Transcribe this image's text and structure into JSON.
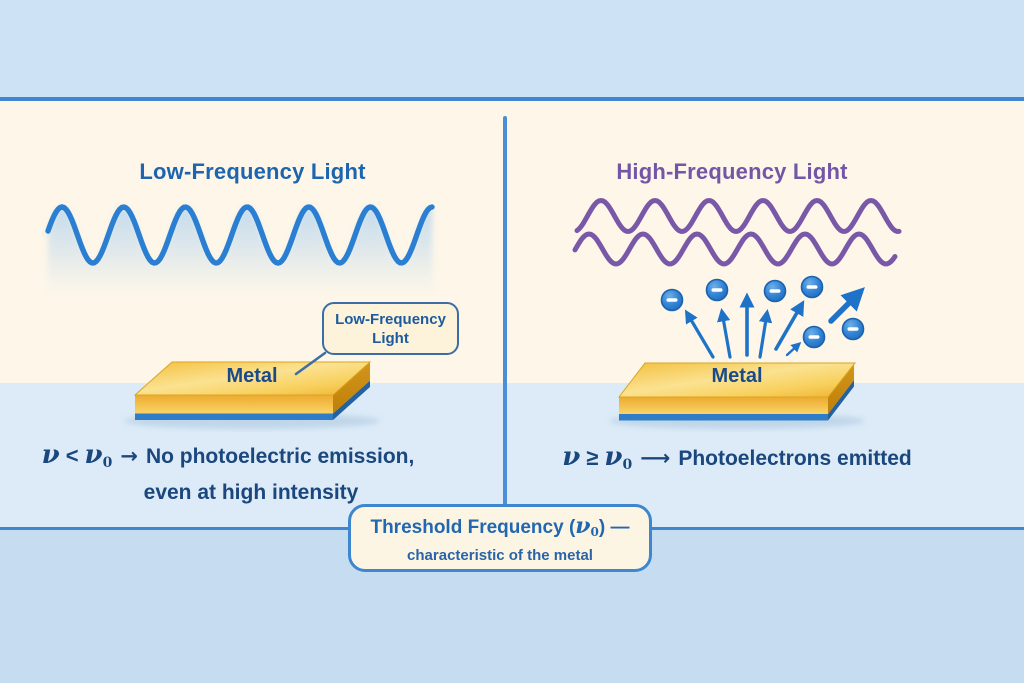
{
  "left_panel": {
    "title": "Low-Frequency Light",
    "metal_label": "Metal",
    "callout": {
      "line1": "Low-Frequency",
      "line2": "Light"
    },
    "formula": {
      "nu1": "ν",
      "relation": "<",
      "nu2": "ν",
      "nu_sub": "0",
      "arrow": "→",
      "result_line1": "No photoelectric emission,",
      "result_line2": "even at high intensity"
    }
  },
  "right_panel": {
    "title": "High-Frequency Light",
    "metal_label": "Metal",
    "formula": {
      "nu1": "ν",
      "relation": "≥",
      "nu2": "ν",
      "nu_sub": "0",
      "arrow": "⟶",
      "result_line1": "Photoelectrons emitted"
    }
  },
  "threshold_box": {
    "title_prefix": "Threshold Frequency (",
    "nu": "ν",
    "nu_sub": "0",
    "title_suffix": ") —",
    "subtitle": "characteristic of the metal"
  },
  "colors": {
    "sky_band": "#cde3f5",
    "cream_panel": "#fdf6e9",
    "mid_band": "#dcebf7",
    "bottom_band": "#c6ddf1",
    "divider_blue": "#3e86ce",
    "low_freq_wave": "#2b7fd2",
    "high_freq_wave": "#7a58a8",
    "title_left_blue": "#1d65ae",
    "title_right_purple": "#7456a6",
    "formula_navy": "#1a477e",
    "metal_gold": "#f3bf3e",
    "metal_base_blue": "#2f7dc6",
    "electron_blue": "#3585d6"
  }
}
